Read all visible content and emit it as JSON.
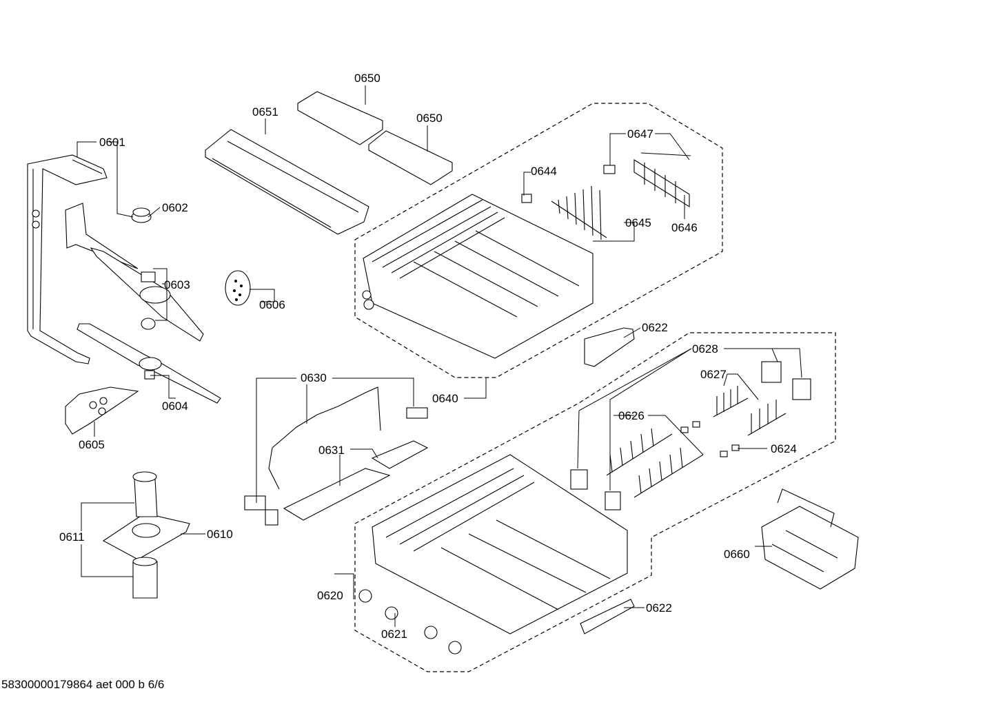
{
  "document_id": "58300000179864 aet 000 b 6/6",
  "labels": {
    "l0650a": "0650",
    "l0650b": "0650",
    "l0651": "0651",
    "l0601": "0601",
    "l0602": "0602",
    "l0603": "0603",
    "l0606": "0606",
    "l0604": "0604",
    "l0605": "0605",
    "l0611": "0611",
    "l0610": "0610",
    "l0647": "0647",
    "l0644": "0644",
    "l0645": "0645",
    "l0646": "0646",
    "l0622a": "0622",
    "l0640": "0640",
    "l0628": "0628",
    "l0627": "0627",
    "l0626": "0626",
    "l0624": "0624",
    "l0630": "0630",
    "l0631": "0631",
    "l0620": "0620",
    "l0621": "0621",
    "l0622b": "0622",
    "l0660": "0660"
  }
}
